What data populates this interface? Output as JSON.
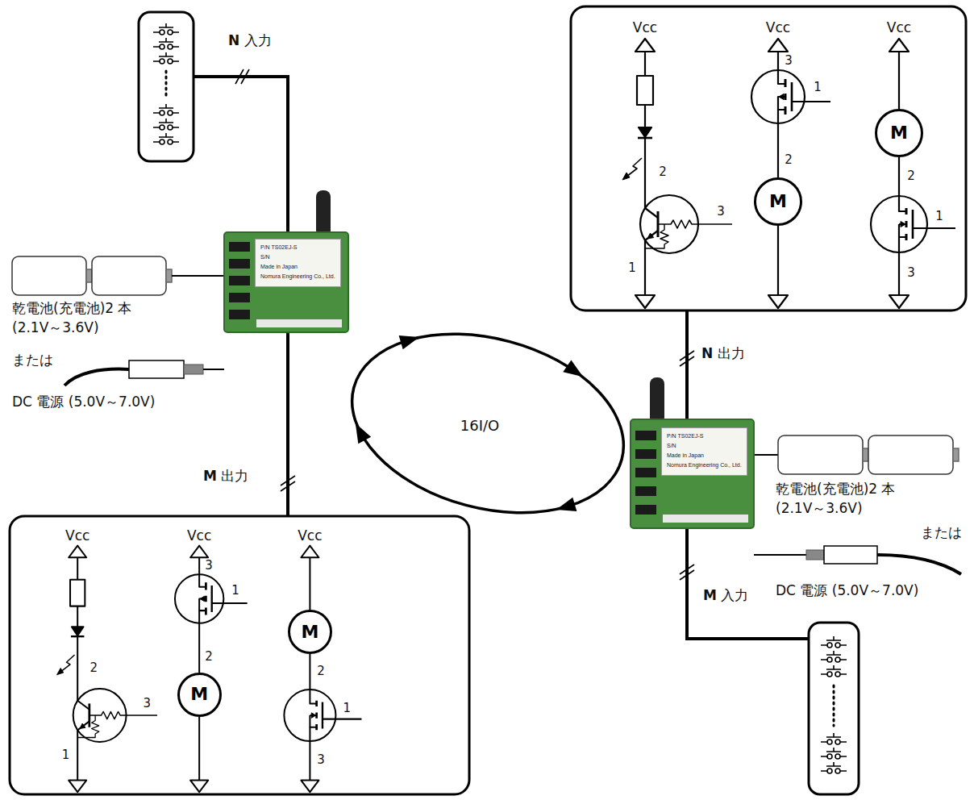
{
  "diagram": {
    "nodes": [
      {
        "text": [
          "P/N TS02EJ-S",
          "S/N",
          "Made in Japan",
          "Nomura Engineering Co., Ltd."
        ]
      },
      {
        "text": [
          "M"
        ]
      },
      {
        "text": [
          "M"
        ]
      },
      {
        "text": [
          "P/N TS02EJ-S",
          "S/N",
          "Made in Japan",
          "Nomura Engineering Co., Ltd."
        ]
      },
      {
        "text": [
          "M"
        ]
      },
      {
        "text": [
          "M"
        ]
      }
    ],
    "labels": [
      "N 入力",
      "乾電池(充電池)2 本",
      "(2.1V～3.6V)",
      "または",
      "DC 電源 (5.0V～7.0V)",
      "M 出力",
      "16I/O",
      "N 出力",
      "乾電池(充電池)2 本",
      "(2.1V～3.6V)",
      "または",
      "DC 電源 (5.0V～7.0V)",
      "M 入力",
      "Vcc",
      "2",
      "3",
      "1",
      "Vcc",
      "3",
      "1",
      "2",
      "Vcc",
      "2",
      "1",
      "3",
      "Vcc",
      "2",
      "3",
      "1",
      "Vcc",
      "3",
      "1",
      "2",
      "Vcc",
      "2",
      "1",
      "3"
    ]
  }
}
